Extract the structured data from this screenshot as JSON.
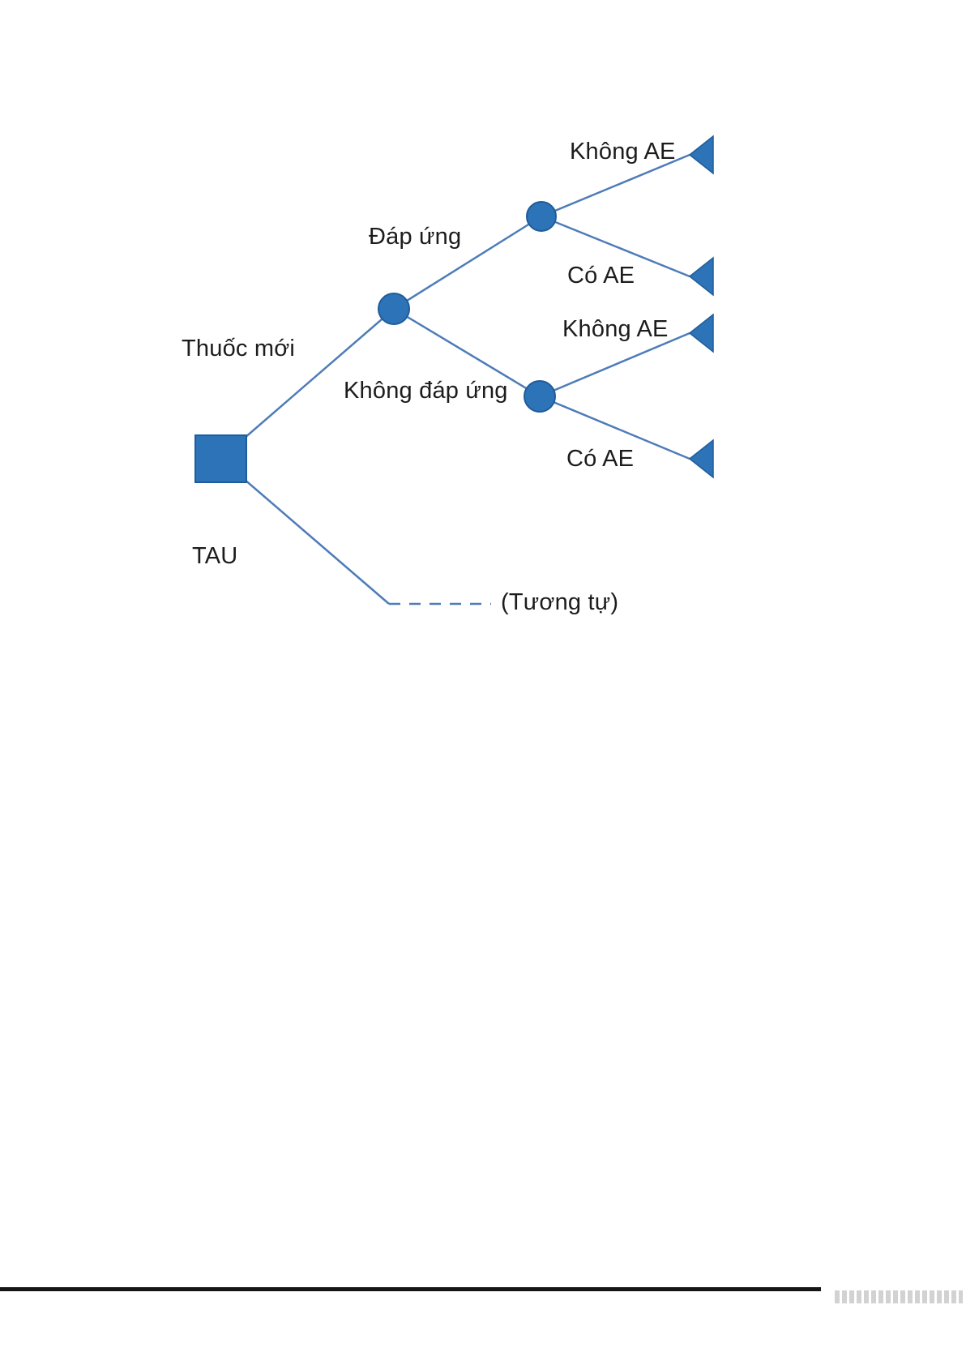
{
  "diagram": {
    "type": "decision-tree",
    "root": {
      "label_top": "Thuốc mới",
      "label_bottom": "TAU"
    },
    "branches": {
      "respond": "Đáp ứng",
      "no_respond": "Không đáp ứng",
      "similar": "(Tương tự)"
    },
    "outcomes": {
      "respond_no_ae": "Không AE",
      "respond_ae": "Có AE",
      "no_respond_no_ae": "Không AE",
      "no_respond_ae": "Có AE"
    },
    "colors": {
      "node_fill": "#2d73b8",
      "node_stroke": "#1f5c9a",
      "line": "#4d7cb8",
      "text": "#1c1c1c"
    }
  }
}
